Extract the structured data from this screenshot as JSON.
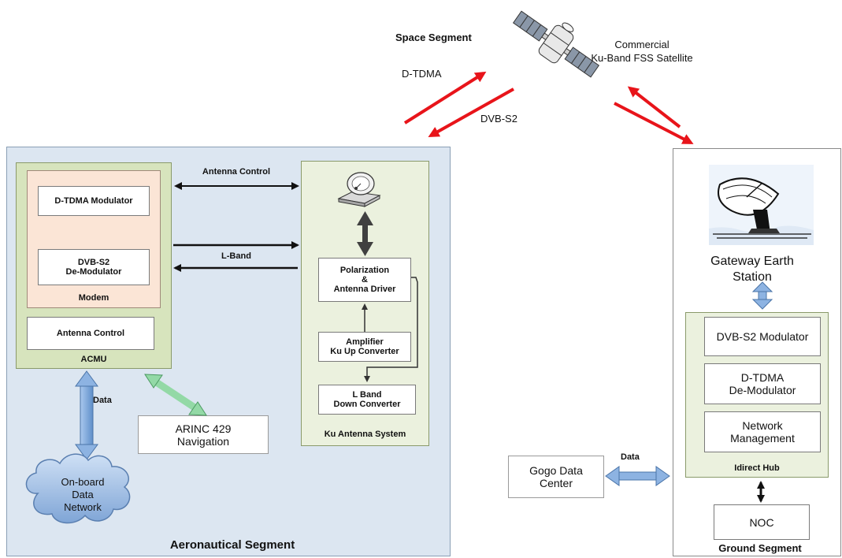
{
  "space": {
    "segment_label": "Space Segment",
    "satellite_label": "Commercial\nKu-Band FSS Satellite",
    "uplink_label": "D-TDMA",
    "downlink_label": "DVB-S2"
  },
  "aero": {
    "segment_label": "Aeronautical Segment",
    "acmu": {
      "label": "ACMU",
      "modem_label": "Modem",
      "modulator": "D-TDMA Modulator",
      "demodulator": "DVB-S2\nDe-Modulator",
      "antenna_control": "Antenna Control"
    },
    "link_antenna_control": "Antenna Control",
    "link_lband": "L-Band",
    "data_label": "Data",
    "arinc": "ARINC 429\nNavigation",
    "cloud": "On-board\nData\nNetwork",
    "ku": {
      "label": "Ku Antenna System",
      "polarization": "Polarization\n&\nAntenna Driver",
      "amplifier": "Amplifier\nKu Up Converter",
      "lband_conv": "L Band\nDown Converter"
    }
  },
  "ground": {
    "segment_label": "Ground Segment",
    "gateway": "Gateway Earth\nStation",
    "hub_label": "Idirect Hub",
    "dvb_mod": "DVB-S2 Modulator",
    "dtdma_demod": "D-TDMA\nDe-Modulator",
    "netmgmt": "Network\nManagement",
    "noc": "NOC",
    "gogo": "Gogo Data\nCenter",
    "data_label": "Data"
  },
  "colors": {
    "red_arrow": "#e8141a",
    "aero_bg": "#dce6f1",
    "acmu_bg": "#d7e4bd",
    "modem_bg": "#fbe5d6",
    "ku_bg": "#ebf1de",
    "hub_bg": "#ebf1de",
    "blue_arrow": "#8db3e2",
    "green_arrow": "#93d9a6"
  }
}
